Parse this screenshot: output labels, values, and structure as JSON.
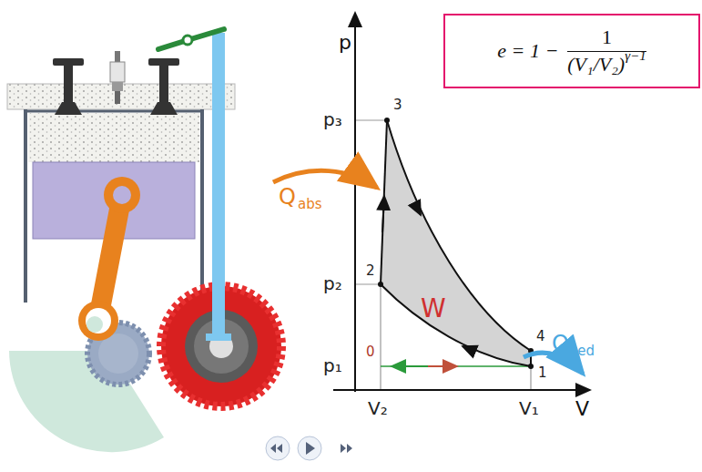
{
  "diagram": {
    "nodes": [
      {
        "text": [
          "e = 1 −",
          "1",
          "(V₁/V₂)",
          "γ−1"
        ]
      }
    ],
    "labels": [
      "p",
      "p₃",
      "3",
      "Q",
      "abs",
      "p₂",
      "2",
      "W",
      "4",
      "Q",
      "ced",
      "0",
      "1",
      "p₁",
      "V₂",
      "V₁",
      "V"
    ]
  }
}
